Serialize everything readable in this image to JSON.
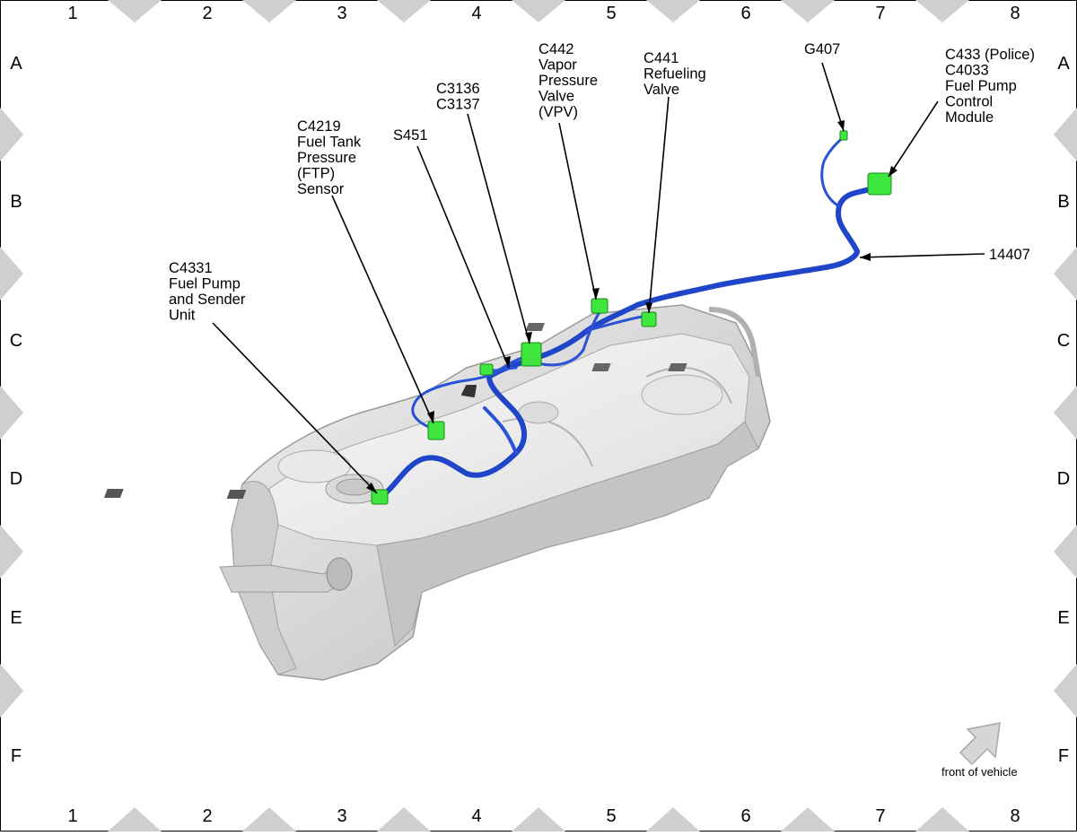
{
  "grid": {
    "columns": [
      "1",
      "2",
      "3",
      "4",
      "5",
      "6",
      "7",
      "8"
    ],
    "rows": [
      "A",
      "B",
      "C",
      "D",
      "E",
      "F"
    ]
  },
  "callouts": {
    "c4331": {
      "lines": [
        "C4331",
        "Fuel Pump",
        "and Sender",
        "Unit"
      ]
    },
    "c4219": {
      "lines": [
        "C4219",
        "Fuel Tank",
        "Pressure",
        "(FTP)",
        "Sensor"
      ]
    },
    "s451": {
      "lines": [
        "S451"
      ]
    },
    "c3136": {
      "lines": [
        "C3136",
        "C3137"
      ]
    },
    "c442": {
      "lines": [
        "C442",
        "Vapor",
        "Pressure",
        "Valve",
        "(VPV)"
      ]
    },
    "c441": {
      "lines": [
        "C441",
        "Refueling",
        "Valve"
      ]
    },
    "g407": {
      "lines": [
        "G407"
      ]
    },
    "c433": {
      "lines": [
        "C433 (Police)",
        "C4033",
        "Fuel Pump",
        "Control",
        "Module"
      ]
    },
    "h14407": {
      "lines": [
        "14407"
      ]
    }
  },
  "orientation": {
    "label": "front of vehicle",
    "icon": "arrow-up-right-icon"
  },
  "colors": {
    "harness": "#1f45c8",
    "connector": "#3ee63e",
    "tank": "#d4d4d4",
    "frame_marker": "#c8c8c8"
  }
}
